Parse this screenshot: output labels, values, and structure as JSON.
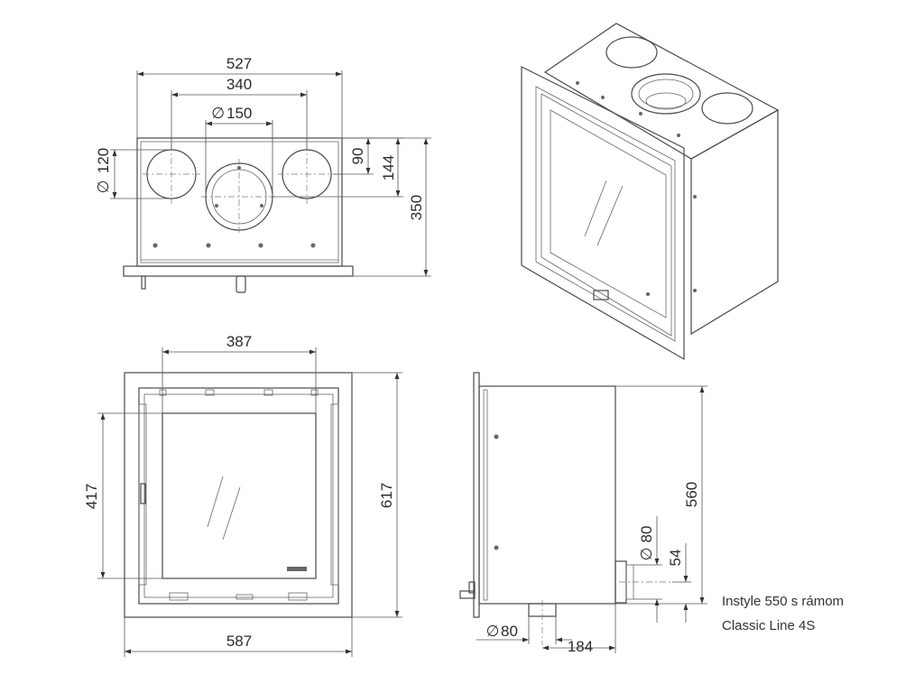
{
  "dimensions": {
    "top_view": {
      "overall_width": "527",
      "outer_spigot_spacing": "340",
      "center_spigot_diameter": "150",
      "side_spigot_diameter": "120",
      "side_spigot_offset": "90",
      "center_spigot_offset": "144",
      "depth": "350"
    },
    "front_view": {
      "door_width": "387",
      "door_height": "417",
      "frame_height": "617",
      "frame_width": "587"
    },
    "side_view": {
      "body_height": "560",
      "rear_spigot_diameter": "80",
      "rear_spigot_height": "54",
      "bottom_spigot_diameter": "80",
      "bottom_spigot_offset": "184"
    }
  },
  "diameter_symbol": "∅",
  "caption": {
    "line1": "Instyle 550 s rámom",
    "line2": "Classic Line 4S"
  }
}
